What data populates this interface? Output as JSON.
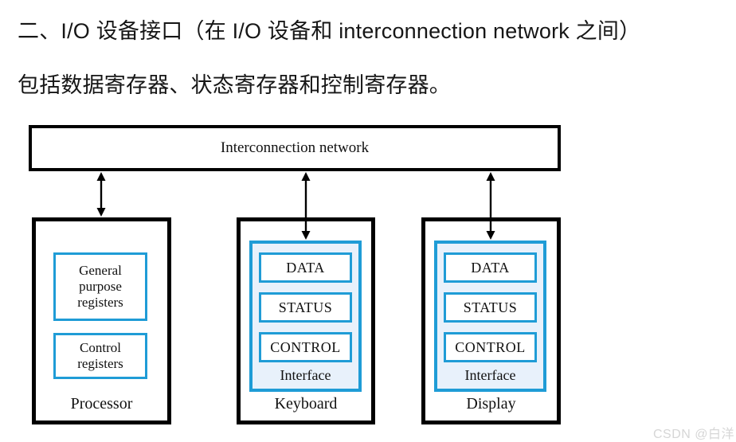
{
  "title": {
    "line1": "二、I/O 设备接口（在 I/O 设备和 interconnection network 之间）",
    "line2": "包括数据寄存器、状态寄存器和控制寄存器。"
  },
  "diagram": {
    "network_label": "Interconnection network",
    "processor": {
      "label": "Processor",
      "general_purpose_registers": "General\npurpose\nregisters",
      "control_registers": "Control\nregisters"
    },
    "devices": [
      {
        "label": "Keyboard",
        "interface_label": "Interface",
        "registers": [
          "DATA",
          "STATUS",
          "CONTROL"
        ]
      },
      {
        "label": "Display",
        "interface_label": "Interface",
        "registers": [
          "DATA",
          "STATUS",
          "CONTROL"
        ]
      }
    ],
    "colors": {
      "accent_blue": "#1f9cd6",
      "interface_fill": "#e8f1fb",
      "box_border": "#000000"
    }
  },
  "watermark": {
    "text": "CSDN @白洋"
  }
}
